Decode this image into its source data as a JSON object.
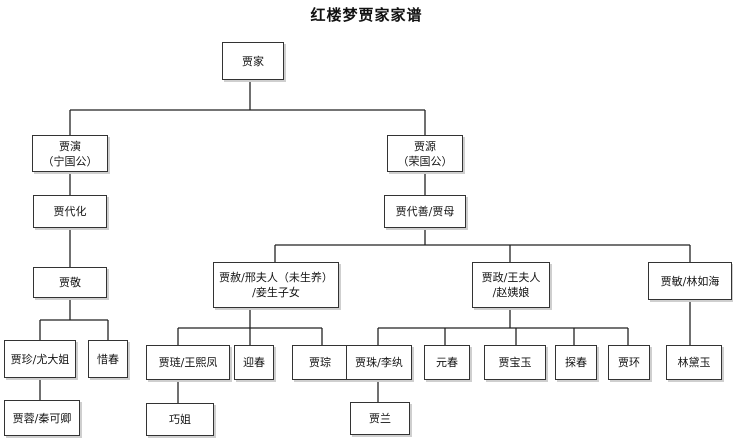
{
  "title": "红楼梦贾家家谱",
  "nodes": {
    "jia": "贾家",
    "yan": "贾演\n（宁国公）",
    "yuan": "贾源\n（荣国公）",
    "daihua": "贾代化",
    "daishan": "贾代善/贾母",
    "jing": "贾敬",
    "she": "贾赦/邢夫人（未生养）\n/妾生子女",
    "zheng": "贾政/王夫人\n/赵姨娘",
    "min": "贾敏/林如海",
    "zhen": "贾珍/尤大姐",
    "xichun": "惜春",
    "lian": "贾琏/王熙凤",
    "yingchun": "迎春",
    "cong": "贾琮",
    "zhu": "贾珠/李纨",
    "yuanchun": "元春",
    "baoyu": "贾宝玉",
    "tanchun": "探春",
    "huan": "贾环",
    "daiyu": "林黛玉",
    "rong": "贾蓉/秦可卿",
    "qiaojie": "巧姐",
    "lan": "贾兰"
  }
}
